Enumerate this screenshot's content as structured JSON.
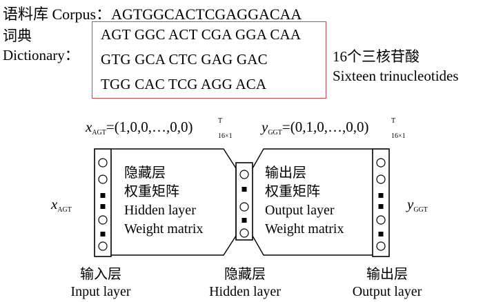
{
  "corpus": {
    "label": "语料库 Corpus：",
    "sequence": "AGTGGCACTCGAGGACAA"
  },
  "dictionary": {
    "label_cn": "词典",
    "label_en": "Dictionary：",
    "rows": [
      "AGT GGC ACT CGA GGA CAA",
      "GTG GCA CTC GAG GAC",
      "TGG CAC TCG AGG ACA"
    ],
    "border_color": "#d64545"
  },
  "trinucleotides": {
    "label_cn": "16个三核苷酸",
    "label_en": "Sixteen trinucleotides"
  },
  "vectors": {
    "x": {
      "symbol": "x",
      "subscript": "AGT",
      "value": "=(1,0,0,…,0,0)",
      "transpose": "T",
      "dim": "16×1"
    },
    "y": {
      "symbol": "y",
      "subscript": "GGT",
      "value": "=(0,1,0,…,0,0)",
      "transpose": "T",
      "dim": "16×1"
    }
  },
  "layers": {
    "input_side": {
      "symbol": "x",
      "subscript": "AGT"
    },
    "output_side": {
      "symbol": "y",
      "subscript": "GGT"
    },
    "hidden_weights": {
      "line1": "隐藏层",
      "line2": "权重矩阵",
      "line3": "Hidden layer",
      "line4": "Weight matrix"
    },
    "output_weights": {
      "line1": "输出层",
      "line2": "权重矩阵",
      "line3": "Output layer",
      "line4": "Weight matrix"
    }
  },
  "bottom_labels": {
    "input": {
      "cn": "输入层",
      "en": "Input layer"
    },
    "hidden": {
      "cn": "隐藏层",
      "en": "Hidden layer"
    },
    "output": {
      "cn": "输出层",
      "en": "Output layer"
    }
  }
}
